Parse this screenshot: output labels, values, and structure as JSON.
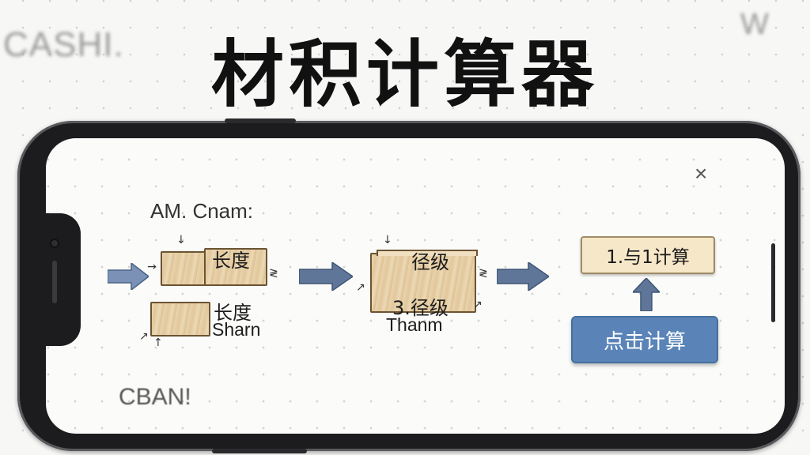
{
  "background": {
    "corner_left_text": "CASHI.",
    "corner_right_text": "W"
  },
  "title": "材积计算器",
  "screen": {
    "header_label": "AM. Cnam:",
    "close_icon": "×",
    "footer_label": "CBAN!",
    "input_block_1_label": "长度",
    "input_block_2_label": "长度",
    "input_block_2_sub": "Sharn",
    "process_block_top_label": "径级",
    "process_block_bottom_label": "3.径级",
    "process_block_sub": "Thanm",
    "result_label": "1.与1计算",
    "calc_button_label": "点击计算"
  },
  "colors": {
    "arrow": "#4a6286",
    "button": "#5a84b8",
    "result_bg": "#f6e7c8",
    "phone_frame": "#1c1c1e"
  },
  "icons": [
    "close-icon",
    "arrow-right-icon",
    "arrow-up-icon",
    "wood-block-icon"
  ]
}
